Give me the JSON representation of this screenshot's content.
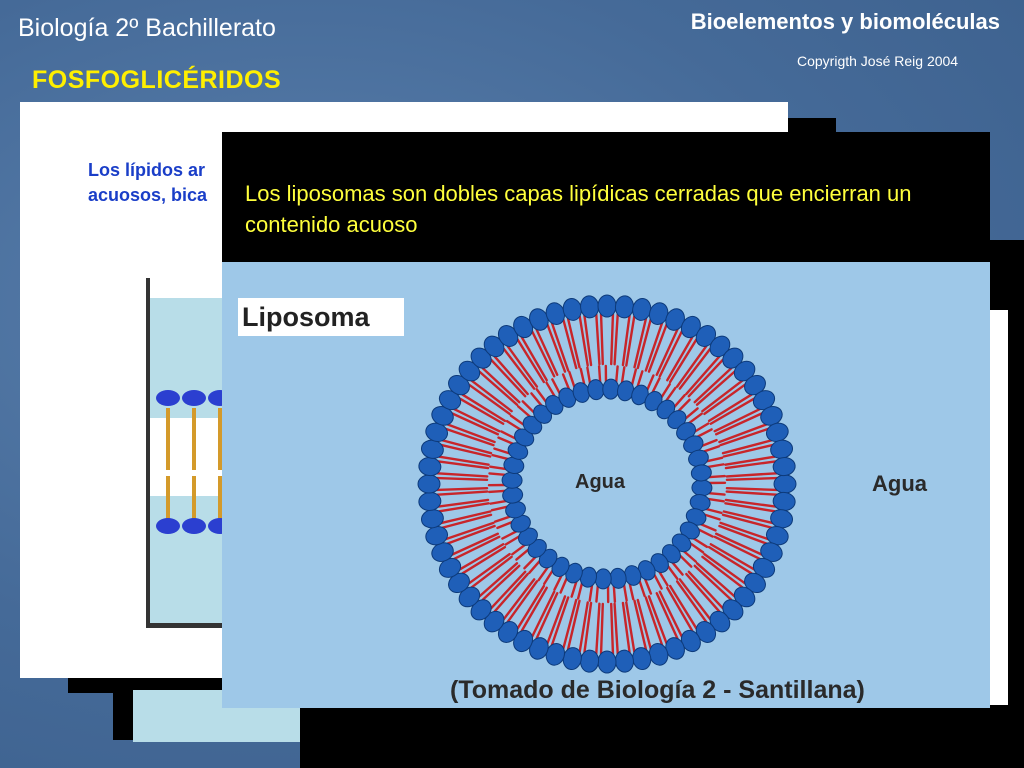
{
  "header": {
    "course": "Biología 2º Bachillerato",
    "topic": "Bioelementos y biomoléculas",
    "copyright": "Copyrigth José Reig 2004",
    "heading": "FOSFOGLICÉRIDOS"
  },
  "back_slide": {
    "text": "Los lípidos ar acuosos, bica"
  },
  "front_slide": {
    "text": "Los liposomas son dobles capas lipídicas cerradas que encierran un contenido acuoso",
    "diagram_label": "Liposoma",
    "inner_label": "Agua",
    "outer_label": "Agua",
    "source": "(Tomado de Biología 2 - Santillana)"
  },
  "colors": {
    "heading": "#ffef00",
    "slide_text_yellow": "#ffff3c",
    "back_text_blue": "#1a3ec8",
    "phospholipid_head": "#1f5fb8",
    "phospholipid_tail": "#c8252a",
    "diagram_background": "#9ec8e8"
  }
}
